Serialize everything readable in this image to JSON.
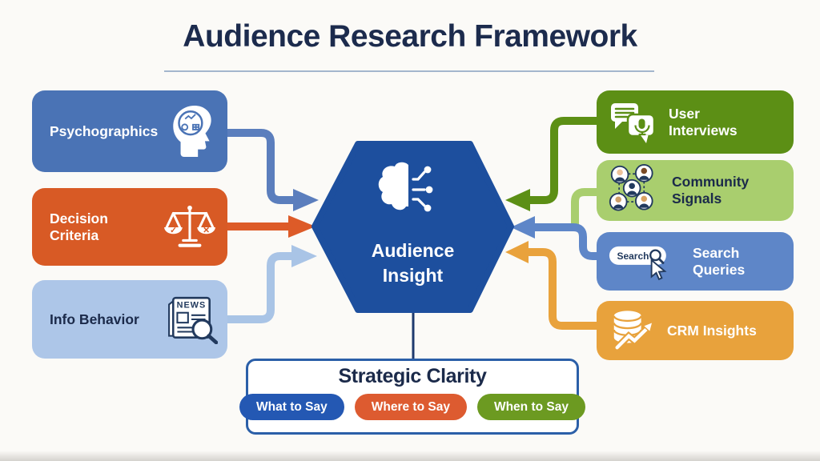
{
  "title": "Audience Research Framework",
  "colors": {
    "background": "#fbfaf7",
    "title_text": "#1c2b4d",
    "underline": "#a3b6cd",
    "hexagon": "#1d4f9e",
    "connector_line": "#1e3a6e",
    "clarity_border": "#2b5fa8",
    "dark_navy_text": "#1b2a4a"
  },
  "center": {
    "line1": "Audience",
    "line2": "Insight",
    "icon": "brain-circuit-icon"
  },
  "left_boxes": [
    {
      "label": "Psychographics",
      "icon": "head-gears-icon",
      "color": "#4a73b5",
      "text_color": "#ffffff"
    },
    {
      "label": "Decision Criteria",
      "icon": "balance-scale-icon",
      "color": "#d85a25",
      "text_color": "#ffffff"
    },
    {
      "label": "Info Behavior",
      "icon": "newspaper-search-icon",
      "color": "#adc6e8",
      "text_color": "#1b2a4a"
    }
  ],
  "right_boxes": [
    {
      "label": "User Interviews",
      "icon": "chat-mic-icon",
      "color": "#5c8f15",
      "text_color": "#ffffff"
    },
    {
      "label": "Community Signals",
      "icon": "people-network-icon",
      "color": "#a9ce6e",
      "text_color": "#1b2a4a"
    },
    {
      "label": "Search Queries",
      "icon": "search-bar-cursor-icon",
      "color": "#5e86c8",
      "text_color": "#ffffff"
    },
    {
      "label": "CRM Insights",
      "icon": "database-growth-icon",
      "color": "#e8a23c",
      "text_color": "#ffffff"
    }
  ],
  "arrow_colors": {
    "psychographics": "#5b7ebd",
    "decision": "#dd5b28",
    "info": "#a9c4e6",
    "user_interviews": "#5c8f15",
    "community": "#a9ce6e",
    "search": "#5e86c8",
    "crm": "#e9a23c"
  },
  "strategic": {
    "title": "Strategic Clarity",
    "pills": [
      {
        "label": "What to Say",
        "color": "#2458b3"
      },
      {
        "label": "Where to Say",
        "color": "#dd5b30"
      },
      {
        "label": "When to Say",
        "color": "#6c9a21"
      }
    ]
  },
  "icon_text": {
    "newspaper_label": "NEWS",
    "search_label": "Search",
    "check_mark": "✓",
    "cross_mark": "✕"
  }
}
